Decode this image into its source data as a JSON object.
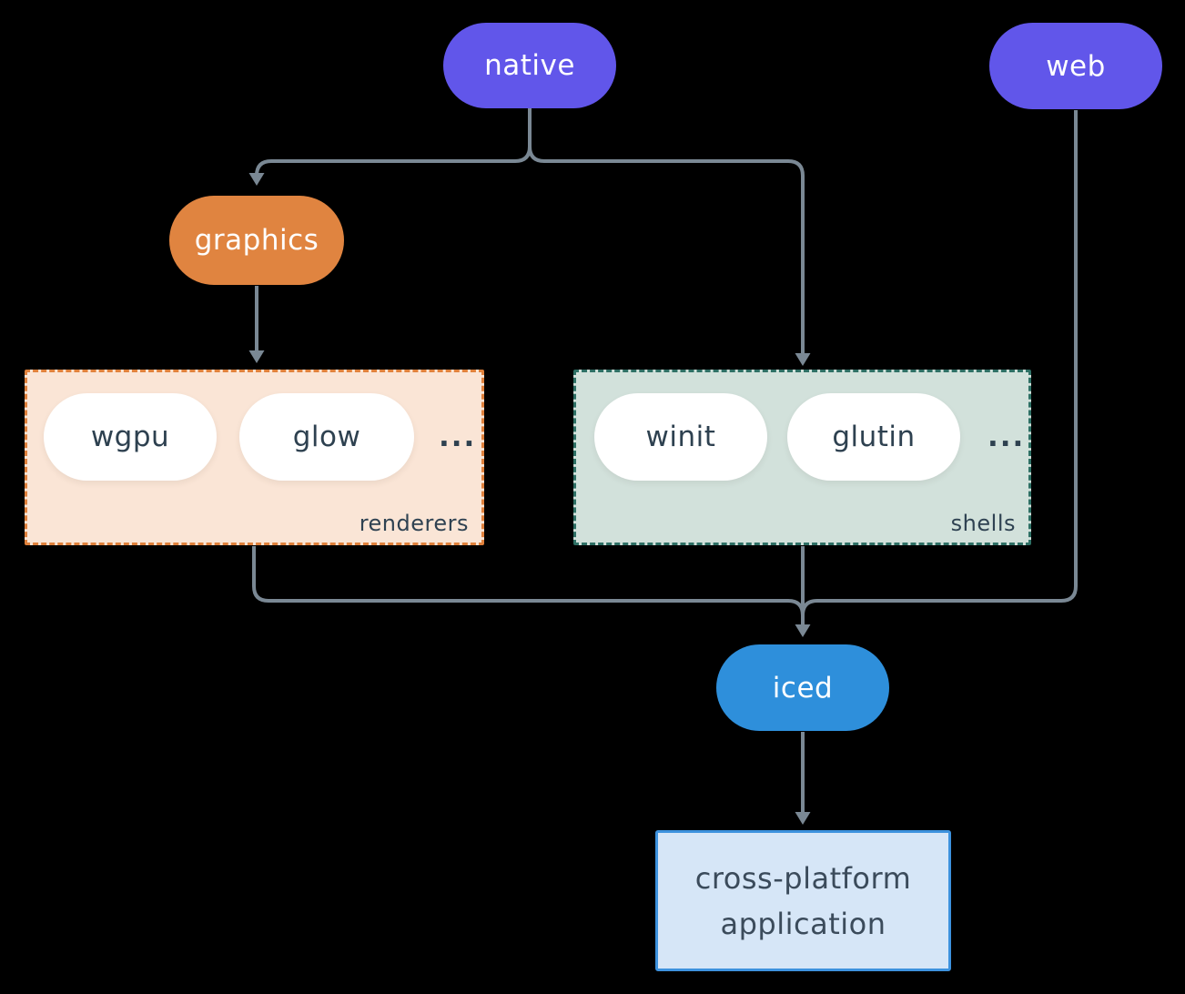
{
  "nodes": {
    "native": {
      "label": "native",
      "color": "#6156EA"
    },
    "web": {
      "label": "web",
      "color": "#6156EA"
    },
    "graphics": {
      "label": "graphics",
      "color": "#E08440"
    },
    "iced": {
      "label": "iced",
      "color": "#2E8FDB"
    },
    "application": {
      "line1": "cross-platform",
      "line2": "application",
      "fill": "#D6E6F7",
      "border": "#3D92DE"
    }
  },
  "groups": {
    "renderers": {
      "label": "renderers",
      "items": [
        "wgpu",
        "glow"
      ],
      "ellipsis": "...",
      "fill": "#FAE5D6",
      "border": "#E0813C"
    },
    "shells": {
      "label": "shells",
      "items": [
        "winit",
        "glutin"
      ],
      "ellipsis": "...",
      "fill": "#D2E1DB",
      "border": "#2E7065"
    }
  },
  "edges": [
    {
      "from": "native",
      "to": "graphics"
    },
    {
      "from": "native",
      "to": "shells"
    },
    {
      "from": "graphics",
      "to": "renderers"
    },
    {
      "from": "renderers",
      "to": "iced"
    },
    {
      "from": "shells",
      "to": "iced"
    },
    {
      "from": "web",
      "to": "iced"
    },
    {
      "from": "iced",
      "to": "application"
    }
  ],
  "colors": {
    "connector": "#7A8894",
    "dark_text": "#2E4150",
    "background": "#000000"
  }
}
